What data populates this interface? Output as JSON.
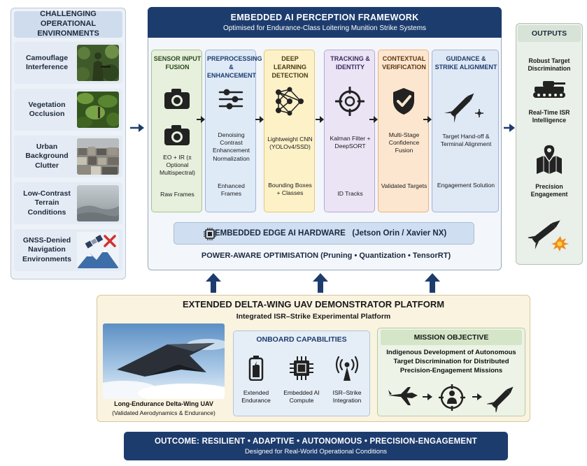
{
  "colors": {
    "navy": "#1d3c6e",
    "sensor_stage": "#e6f0dc",
    "preprocessing_stage": "#dfeaf7",
    "detection_stage": "#fdf1c8",
    "tracking_stage": "#ebe4f5",
    "verification_stage": "#fde6cf",
    "guidance_stage": "#dfe8f5"
  },
  "environments": {
    "title": "CHALLENGING OPERATIONAL ENVIRONMENTS",
    "items": [
      {
        "label": "Camouflage Interference",
        "icon": "camouflage-soldier-photo"
      },
      {
        "label": "Vegetation Occlusion",
        "icon": "vegetation-photo"
      },
      {
        "label": "Urban Background Clutter",
        "icon": "urban-clutter-photo"
      },
      {
        "label": "Low-Contrast Terrain Conditions",
        "icon": "low-contrast-terrain-photo"
      },
      {
        "label": "GNSS-Denied Navigation Environments",
        "icon": "gnss-denied-icon"
      }
    ]
  },
  "framework": {
    "title": "EMBEDDED AI PERCEPTION FRAMEWORK",
    "subtitle": "Optimised for Endurance-Class Loitering Munition Strike Systems",
    "stages": [
      {
        "title": "SENSOR INPUT FUSION",
        "desc": "EO + IR (± Optional Multispectral)",
        "output": "Raw Frames",
        "icon": "camera-icon"
      },
      {
        "title": "PREPROCESSING & ENHANCEMENT",
        "desc": "Denoising Contrast Enhancement Normalization",
        "output": "Enhanced Frames",
        "icon": "sliders-icon"
      },
      {
        "title": "DEEP LEARNING DETECTION",
        "desc": "Lightweight CNN (YOLOv4/SSD)",
        "output": "Bounding Boxes + Classes",
        "icon": "neural-network-icon"
      },
      {
        "title": "TRACKING & IDENTITY",
        "desc": "Kalman Filter + DeepSORT",
        "output": "ID Tracks",
        "icon": "crosshair-icon"
      },
      {
        "title": "CONTEXTUAL VERIFICATION",
        "desc": "Multi-Stage Confidence Fusion",
        "output": "Validated Targets",
        "icon": "shield-check-icon"
      },
      {
        "title": "GUIDANCE & STRIKE ALIGNMENT",
        "desc": "Target Hand-off & Terminal Alignment",
        "output": "Engagement Solution",
        "icon": "missile-icon"
      }
    ],
    "edge_hardware": "EMBEDDED EDGE AI HARDWARE",
    "edge_models": "(Jetson Orin / Xavier NX)",
    "power": "POWER-AWARE OPTIMISATION (Pruning • Quantization • TensorRT)"
  },
  "outputs": {
    "title": "OUTPUTS",
    "items": [
      {
        "label": "Robust Target Discrimination",
        "icon": "tank-icon"
      },
      {
        "label": "Real-Time ISR Intelligence",
        "icon": ""
      },
      {
        "label": "Precision Engagement",
        "icon": "map-pin-icon"
      }
    ]
  },
  "platform": {
    "title": "EXTENDED DELTA-WING UAV DEMONSTRATOR PLATFORM",
    "subtitle": "Integrated ISR–Strike Experimental Platform",
    "uav_caption": "Long-Endurance Delta-Wing UAV",
    "uav_subcaption": "(Validated Aerodynamics & Endurance)",
    "capabilities": {
      "title": "ONBOARD CAPABILITIES",
      "items": [
        {
          "label": "Extended Endurance",
          "icon": "battery-icon"
        },
        {
          "label": "Embedded AI Compute",
          "icon": "chip-icon"
        },
        {
          "label": "ISR–Strike Integration",
          "icon": "antenna-icon"
        }
      ]
    },
    "mission": {
      "title": "MISSION OBJECTIVE",
      "text": "Indigenous Development of Autonomous Target Discrimination for Distributed Precision-Engagement Missions"
    }
  },
  "outcome": {
    "title": "OUTCOME: RESILIENT • ADAPTIVE • AUTONOMOUS • PRECISION-ENGAGEMENT",
    "subtitle": "Designed for Real-World Operational Conditions"
  }
}
